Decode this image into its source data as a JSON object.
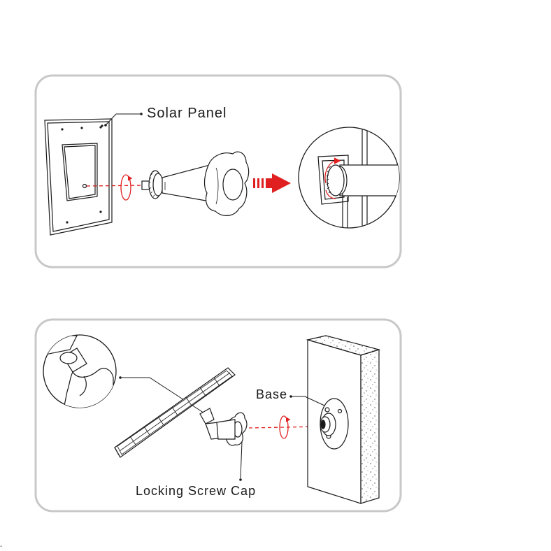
{
  "panel_top": {
    "label_solar_panel": "Solar Panel"
  },
  "panel_bottom": {
    "label_base": "Base",
    "label_locking_screw_cap": "Locking Screw Cap"
  },
  "footer_mark": "-",
  "colors": {
    "frame_border": "#c8c8c8",
    "line": "#1a1a1a",
    "accent_red": "#e02020",
    "speckle": "#555555"
  },
  "icons": [
    "rotate-arrow-icon",
    "direction-arrow-icon",
    "zoom-circle"
  ]
}
